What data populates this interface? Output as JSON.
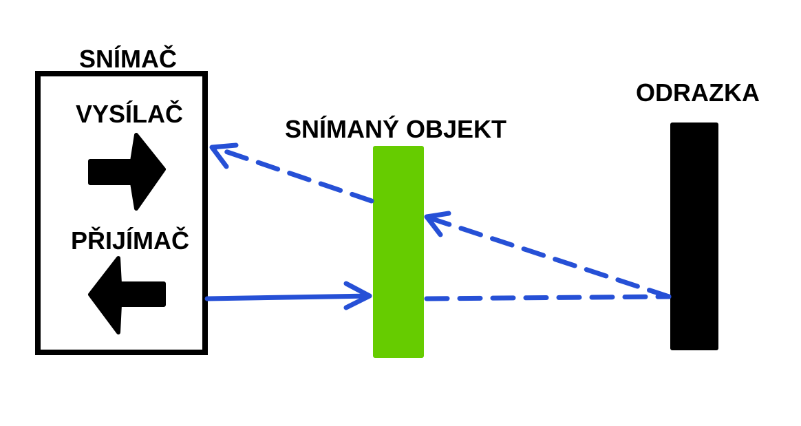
{
  "labels": {
    "sensor": "SNÍMAČ",
    "transmitter": "VYSÍLAČ",
    "receiver": "PŘIJÍMAČ",
    "object": "SNÍMANÝ OBJEKT",
    "reflector": "ODRAZKA"
  },
  "colors": {
    "beam": "#2650D6",
    "object": "#66CC00",
    "reflector": "#000000",
    "sensor_border": "#000000"
  },
  "icons": {
    "transmitter": "arrow-right-icon",
    "receiver": "arrow-left-icon"
  }
}
